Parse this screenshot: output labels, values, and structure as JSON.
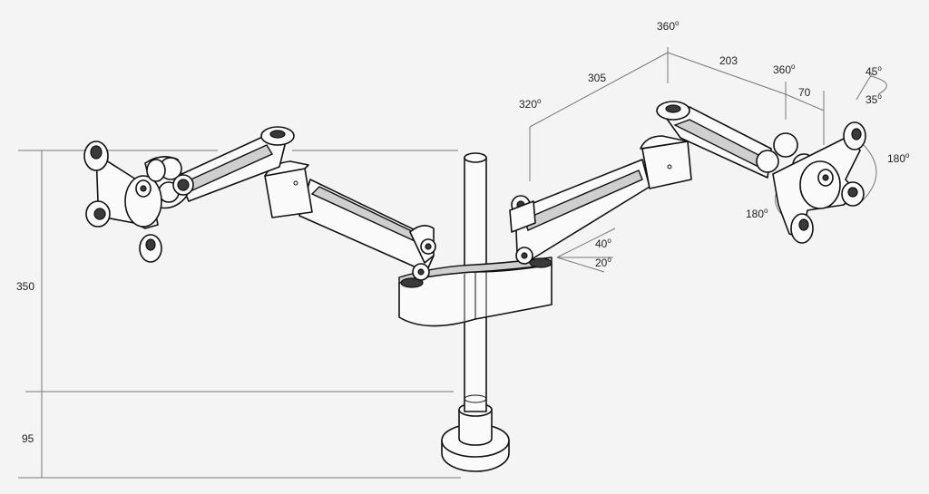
{
  "dimensions": {
    "height_total": "350",
    "height_base": "95",
    "arm_left_length": "305",
    "arm_right_length": "203",
    "offset_70": "70",
    "tilt_45": "45",
    "tilt_35": "35",
    "swivel_top": "360",
    "swivel_right": "360",
    "rotation_left": "320",
    "rotation_right_head": "180",
    "rotation_head_bottom": "180",
    "angle_up": "40",
    "angle_down": "20",
    "degree_mark": "o"
  }
}
